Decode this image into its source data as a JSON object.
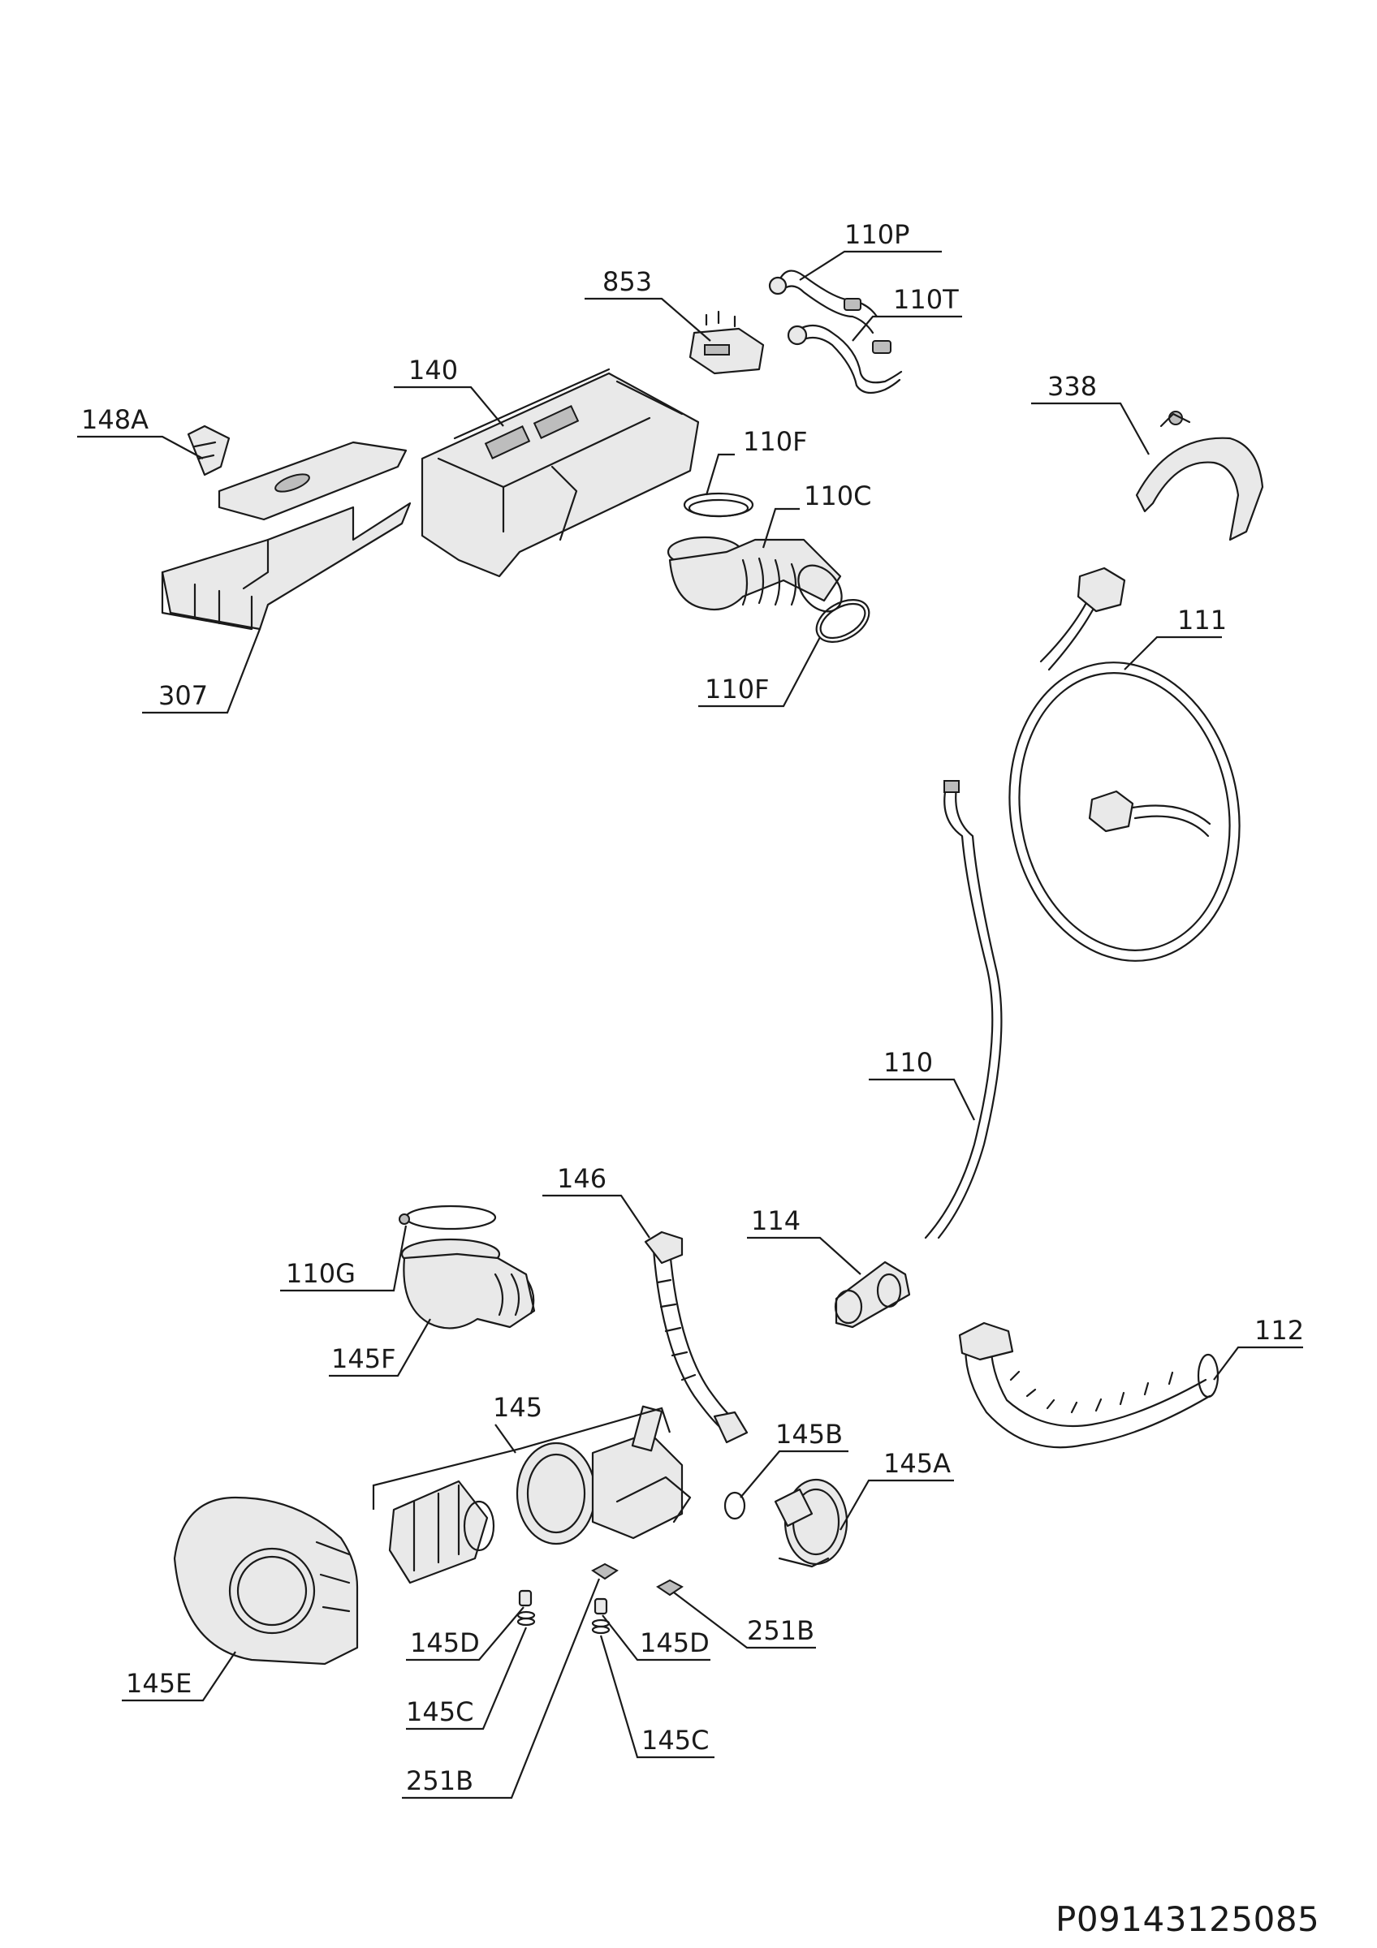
{
  "diagram": {
    "type": "exploded-parts-diagram",
    "document_code": "P09143125085",
    "callouts": [
      {
        "id": "c-110P",
        "label": "110P"
      },
      {
        "id": "c-853",
        "label": "853"
      },
      {
        "id": "c-110T",
        "label": "110T"
      },
      {
        "id": "c-140",
        "label": "140"
      },
      {
        "id": "c-338",
        "label": "338"
      },
      {
        "id": "c-148A",
        "label": "148A"
      },
      {
        "id": "c-110F-a",
        "label": "110F"
      },
      {
        "id": "c-110C",
        "label": "110C"
      },
      {
        "id": "c-111",
        "label": "111"
      },
      {
        "id": "c-110F-b",
        "label": "110F"
      },
      {
        "id": "c-307",
        "label": "307"
      },
      {
        "id": "c-110",
        "label": "110"
      },
      {
        "id": "c-146",
        "label": "146"
      },
      {
        "id": "c-114",
        "label": "114"
      },
      {
        "id": "c-110G",
        "label": "110G"
      },
      {
        "id": "c-112",
        "label": "112"
      },
      {
        "id": "c-145F",
        "label": "145F"
      },
      {
        "id": "c-145",
        "label": "145"
      },
      {
        "id": "c-145B",
        "label": "145B"
      },
      {
        "id": "c-145A",
        "label": "145A"
      },
      {
        "id": "c-145D-a",
        "label": "145D"
      },
      {
        "id": "c-145D-b",
        "label": "145D"
      },
      {
        "id": "c-251B-a",
        "label": "251B"
      },
      {
        "id": "c-145E",
        "label": "145E"
      },
      {
        "id": "c-145C-a",
        "label": "145C"
      },
      {
        "id": "c-145C-b",
        "label": "145C"
      },
      {
        "id": "c-251B-b",
        "label": "251B"
      }
    ]
  }
}
